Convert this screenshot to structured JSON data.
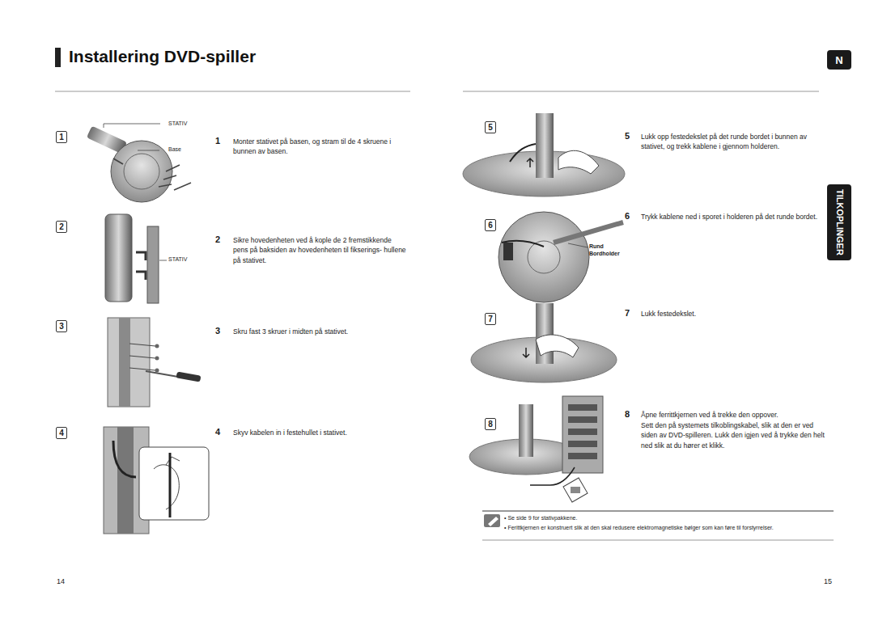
{
  "diagram": {
    "title": "Installering DVD-spiller",
    "nodes": [
      {
        "text": [
          "1"
        ]
      },
      {
        "text": [
          "2"
        ]
      },
      {
        "text": [
          "3"
        ]
      },
      {
        "text": [
          "4"
        ]
      },
      {
        "text": [
          "5"
        ]
      },
      {
        "text": [
          "6"
        ]
      },
      {
        "text": [
          "7"
        ]
      },
      {
        "text": [
          "8"
        ]
      },
      {
        "text": [
          "N"
        ]
      },
      {
        "text": [
          "TILKOPLINGER"
        ]
      }
    ],
    "labels": [
      "STATIV",
      "Base",
      "1",
      "Monter stativet på basen, og stram til de 4 skruene i bunnen av basen.",
      "2",
      "Sikre hovedenheten ved å kople de 2 fremstikkende pens på baksiden av hovedenheten til fikserings- hullene på stativet.",
      "STATIV",
      "3",
      "Skru fast 3 skruer i midten på stativet.",
      "4",
      "Skyv kabelen in i festehullet i stativet.",
      "5",
      "Lukk opp festedekslet på det runde bordet i bunnen av stativet, og trekk kablene i gjennom holderen.",
      "6",
      "Trykk kablene ned i sporet i holderen på det runde bordet.",
      "Rund Bordholder",
      "7",
      "Lukk festedekslet.",
      "8",
      "Åpne ferrittkjernen ved å trekke den oppover.",
      "Sett den på systemets tilkoblingskabel, slik at den er ved siden av DVD-spilleren. Lukk den igjen ved å trykke den helt ned slik at du hører et klikk.",
      "• Se side 9 for stativpakkene.",
      "• Ferittkjernen er konstruert slik at den skal redusere elektromagnetiske bølger som kan føre til forstyrrelser.",
      "14",
      "15"
    ]
  }
}
